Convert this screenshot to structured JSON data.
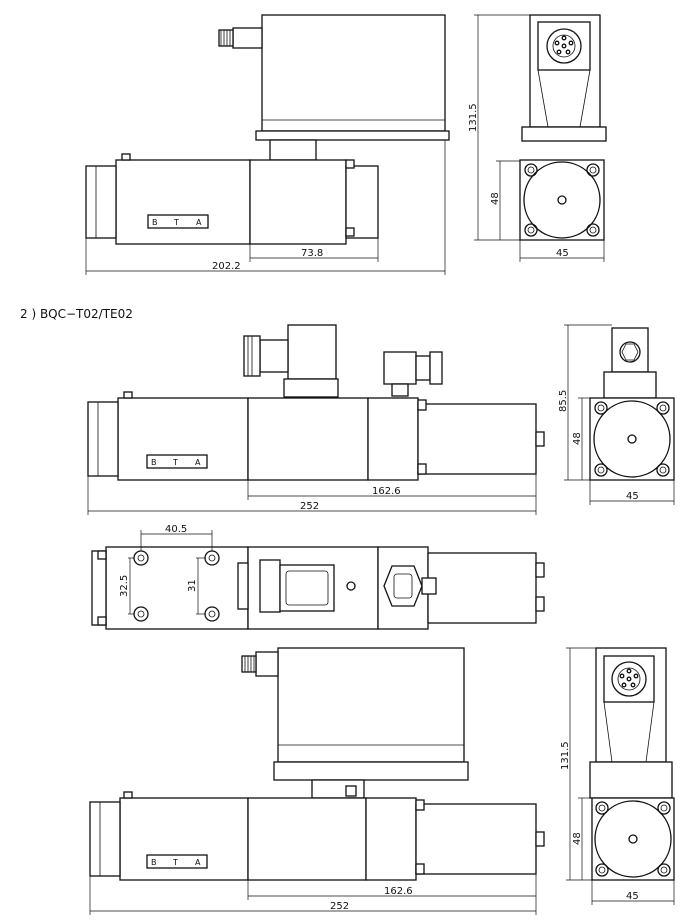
{
  "section_label": "2 ) BQC−T02/TE02",
  "nameplate": {
    "b": "B",
    "t": "T",
    "a": "A"
  },
  "view1": {
    "length": "202.2",
    "solenoid_length": "73.8",
    "height": "131.5",
    "flange_height": "48",
    "flange_width": "45"
  },
  "view2": {
    "length": "252",
    "solenoid_length": "162.6",
    "height": "85.5",
    "flange_height": "48",
    "flange_width": "45"
  },
  "view3": {
    "bolt_spacing_x": "40.5",
    "bolt_spacing_y_left": "32.5",
    "bolt_spacing_y_right": "31"
  },
  "view4": {
    "length": "252",
    "solenoid_length": "162.6",
    "height": "131.5",
    "flange_height": "48",
    "flange_width": "45"
  }
}
